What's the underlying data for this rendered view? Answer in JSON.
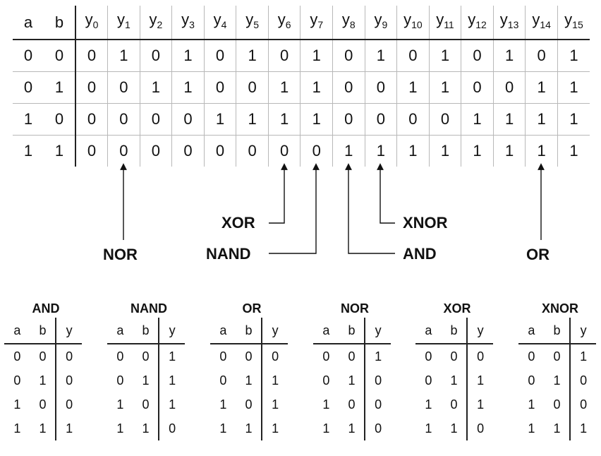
{
  "truth_table": {
    "input_headers": [
      "a",
      "b"
    ],
    "output_headers": [
      "y0",
      "y1",
      "y2",
      "y3",
      "y4",
      "y5",
      "y6",
      "y7",
      "y8",
      "y9",
      "y10",
      "y11",
      "y12",
      "y13",
      "y14",
      "y15"
    ],
    "rows": [
      {
        "inputs": [
          "0",
          "0"
        ],
        "outputs": [
          "0",
          "1",
          "0",
          "1",
          "0",
          "1",
          "0",
          "1",
          "0",
          "1",
          "0",
          "1",
          "0",
          "1",
          "0",
          "1"
        ]
      },
      {
        "inputs": [
          "0",
          "1"
        ],
        "outputs": [
          "0",
          "0",
          "1",
          "1",
          "0",
          "0",
          "1",
          "1",
          "0",
          "0",
          "1",
          "1",
          "0",
          "0",
          "1",
          "1"
        ]
      },
      {
        "inputs": [
          "1",
          "0"
        ],
        "outputs": [
          "0",
          "0",
          "0",
          "0",
          "1",
          "1",
          "1",
          "1",
          "0",
          "0",
          "0",
          "0",
          "1",
          "1",
          "1",
          "1"
        ]
      },
      {
        "inputs": [
          "1",
          "1"
        ],
        "outputs": [
          "0",
          "0",
          "0",
          "0",
          "0",
          "0",
          "0",
          "0",
          "1",
          "1",
          "1",
          "1",
          "1",
          "1",
          "1",
          "1"
        ]
      }
    ]
  },
  "gate_labels": {
    "nor": "NOR",
    "xor": "XOR",
    "nand": "NAND",
    "xnor": "XNOR",
    "and": "AND",
    "or": "OR"
  },
  "gate_tables": [
    {
      "name": "AND",
      "headers": [
        "a",
        "b",
        "y"
      ],
      "rows": [
        [
          "0",
          "0",
          "0"
        ],
        [
          "0",
          "1",
          "0"
        ],
        [
          "1",
          "0",
          "0"
        ],
        [
          "1",
          "1",
          "1"
        ]
      ]
    },
    {
      "name": "NAND",
      "headers": [
        "a",
        "b",
        "y"
      ],
      "rows": [
        [
          "0",
          "0",
          "1"
        ],
        [
          "0",
          "1",
          "1"
        ],
        [
          "1",
          "0",
          "1"
        ],
        [
          "1",
          "1",
          "0"
        ]
      ]
    },
    {
      "name": "OR",
      "headers": [
        "a",
        "b",
        "y"
      ],
      "rows": [
        [
          "0",
          "0",
          "0"
        ],
        [
          "0",
          "1",
          "1"
        ],
        [
          "1",
          "0",
          "1"
        ],
        [
          "1",
          "1",
          "1"
        ]
      ]
    },
    {
      "name": "NOR",
      "headers": [
        "a",
        "b",
        "y"
      ],
      "rows": [
        [
          "0",
          "0",
          "1"
        ],
        [
          "0",
          "1",
          "0"
        ],
        [
          "1",
          "0",
          "0"
        ],
        [
          "1",
          "1",
          "0"
        ]
      ]
    },
    {
      "name": "XOR",
      "headers": [
        "a",
        "b",
        "y"
      ],
      "rows": [
        [
          "0",
          "0",
          "0"
        ],
        [
          "0",
          "1",
          "1"
        ],
        [
          "1",
          "0",
          "1"
        ],
        [
          "1",
          "1",
          "0"
        ]
      ]
    },
    {
      "name": "XNOR",
      "headers": [
        "a",
        "b",
        "y"
      ],
      "rows": [
        [
          "0",
          "0",
          "1"
        ],
        [
          "0",
          "1",
          "0"
        ],
        [
          "1",
          "0",
          "0"
        ],
        [
          "1",
          "1",
          "1"
        ]
      ]
    }
  ]
}
